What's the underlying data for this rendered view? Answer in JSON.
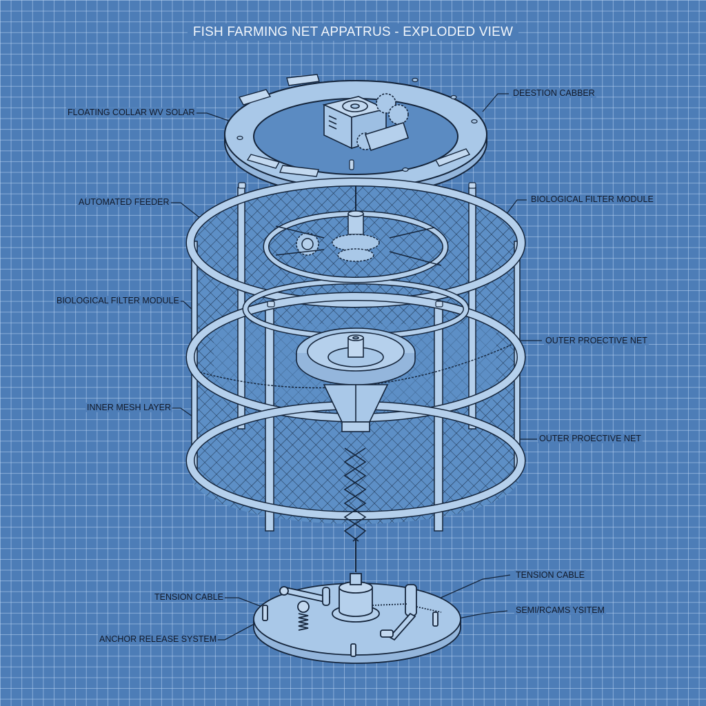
{
  "title": "FISH FARMING NET APPATRUS - EXPLODED VIEW",
  "colors": {
    "background": "#4d7db7",
    "grid": "#bed7f5",
    "part_fill": "#a9c8e8",
    "line": "#14243a",
    "title_text": "#f2f6fb"
  },
  "labels": {
    "floating_collar": "FLOATING COLLAR WV SOLAR",
    "deestion_cabber": "DEESTION CABBER",
    "automated_feeder": "AUTOMATED FEEDER",
    "bio_filter_right": "BIOLOGICAL FILTER MODULE",
    "bio_filter_left": "BIOLOGICAL FILTER MODULE",
    "outer_net_1": "OUTER PROЕCTIVE NET",
    "inner_mesh": "INNER MESH LAYER",
    "outer_net_2": "OUTER PROЕCTIVE NET",
    "tension_cable_right": "TENSION CABLE",
    "tension_cable_left": "TENSION CABLE",
    "semircams_system": "SEMI/RCAMS YSITEM",
    "anchor_release": "ANCHOR RELEASE SYSTEM"
  },
  "components": [
    "floating-collar",
    "solar-panels",
    "drive-motor-gearbox",
    "upper-cage-ring",
    "feeder-gear-assembly",
    "filter-hopper",
    "spiral-auger",
    "lower-cage-ring",
    "anchor-base-plate"
  ]
}
